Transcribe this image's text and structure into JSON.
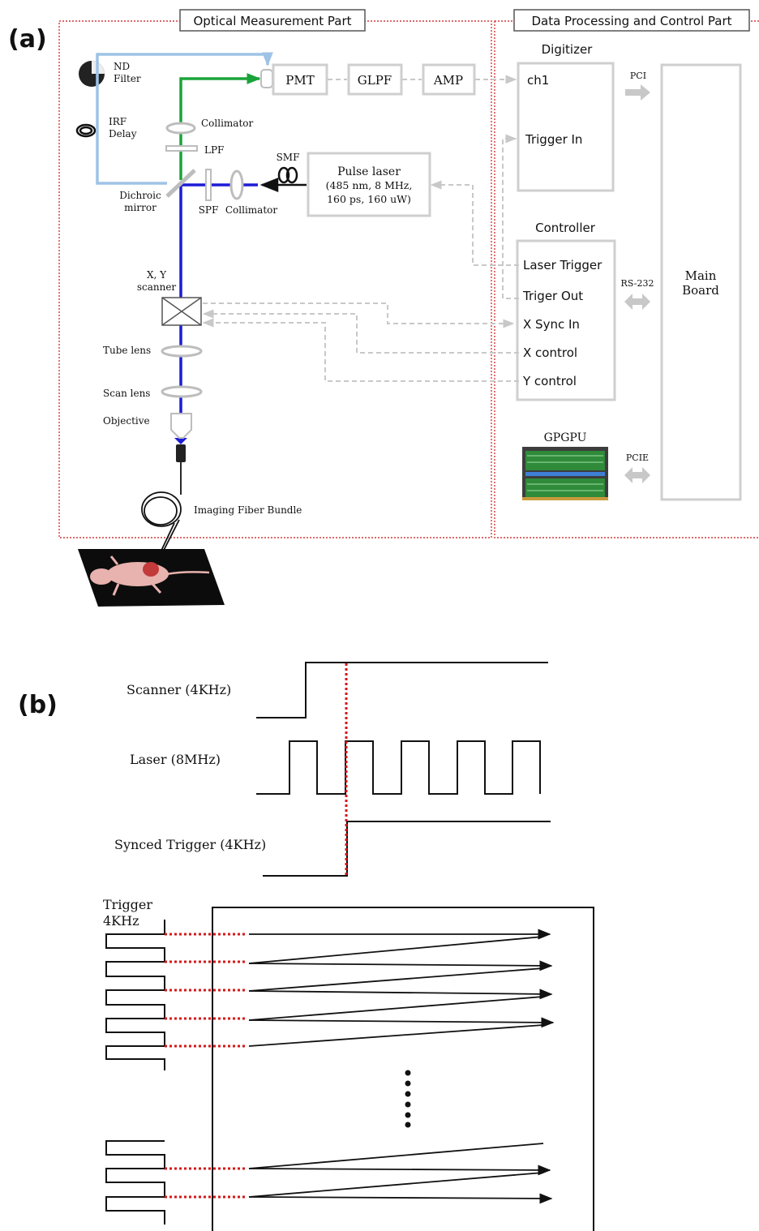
{
  "panel_a": {
    "label": "(a)",
    "optical_header": "Optical Measurement Part",
    "data_header": "Data Processing and Control Part",
    "components": {
      "nd_filter": [
        "ND",
        "Filter"
      ],
      "irf_delay": [
        "IRF",
        "Delay"
      ],
      "pmt": "PMT",
      "glpf": "GLPF",
      "amp": "AMP",
      "collimator_top": "Collimator",
      "lpf": "LPF",
      "smf": "SMF",
      "pulse_laser": [
        "Pulse laser",
        "(485 nm, 8 MHz,",
        "160 ps, 160 uW)"
      ],
      "dichroic": [
        "Dichroic",
        "mirror"
      ],
      "spf": "SPF",
      "collimator_side": "Collimator",
      "xy_scanner": [
        "X, Y",
        "scanner"
      ],
      "tube_lens": "Tube lens",
      "scan_lens": "Scan lens",
      "objective": "Objective",
      "fiber_bundle": "Imaging Fiber Bundle"
    },
    "digitizer": {
      "title": "Digitizer",
      "ch1": "ch1",
      "trigger_in": "Trigger In"
    },
    "controller": {
      "title": "Controller",
      "items": [
        "Laser Trigger",
        "Triger Out",
        "X Sync In",
        "X control",
        "Y control"
      ]
    },
    "gpgpu": "GPGPU",
    "buses": {
      "pci": "PCI",
      "rs232": "RS-232",
      "pcie": "PCIE"
    },
    "main_board": [
      "Main",
      "Board"
    ],
    "colors": {
      "blue_path": "#1c1cd6",
      "green_path": "#1aa33a",
      "irf_path": "#9ec3e6",
      "border": "#d23a3a"
    }
  },
  "panel_b": {
    "label": "(b)",
    "signals": [
      "Scanner (4KHz)",
      "Laser (8MHz)",
      "Synced Trigger (4KHz)"
    ],
    "trigger_label": [
      "Trigger",
      "4KHz"
    ]
  }
}
